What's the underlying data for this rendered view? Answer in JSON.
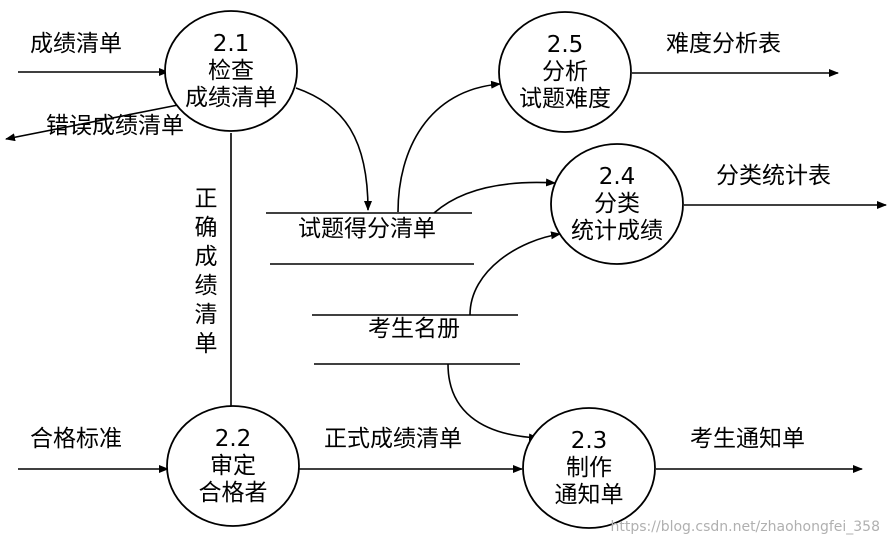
{
  "processes": [
    {
      "id": "2.1",
      "line1": "检查",
      "line2": "成绩清单"
    },
    {
      "id": "2.2",
      "line1": "审定",
      "line2": "合格者"
    },
    {
      "id": "2.3",
      "line1": "制作",
      "line2": "通知单"
    },
    {
      "id": "2.4",
      "line1": "分类",
      "line2": "统计成绩"
    },
    {
      "id": "2.5",
      "line1": "分析",
      "line2": "试题难度"
    }
  ],
  "stores": [
    {
      "label": "试题得分清单"
    },
    {
      "label": "考生名册"
    }
  ],
  "flows": {
    "in_scores": "成绩清单",
    "out_error": "错误成绩清单",
    "correct_scores_vertical": [
      "正",
      "确",
      "成",
      "绩",
      "清",
      "单"
    ],
    "in_standard": "合格标准",
    "official_scores": "正式成绩清单",
    "out_notice": "考生通知单",
    "out_classified": "分类统计表",
    "out_difficulty": "难度分析表"
  },
  "watermark": "https://blog.csdn.net/zhaohongfei_358"
}
